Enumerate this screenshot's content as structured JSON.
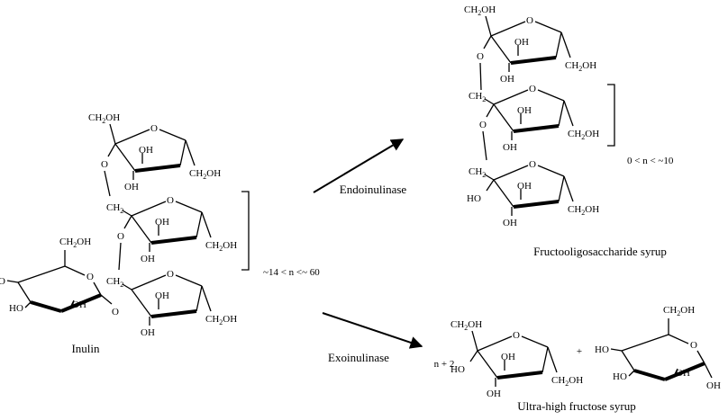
{
  "labels": {
    "inulin": "Inulin",
    "endo_enzyme": "Endoinulinase",
    "exo_enzyme": "Exoinulinase",
    "fos_syrup": "Fructooligosaccharide syrup",
    "uhfs_syrup": "Ultra-high fructose syrup",
    "inulin_range": "~14 < n <~ 60",
    "fos_range": "0 < n < ~10",
    "exo_stoich": "n + 2",
    "plus": "+"
  },
  "groups": {
    "ch2oh": "CH",
    "ch2oh_sub": "2",
    "ch2oh_tail": "OH",
    "ch2": "CH",
    "ch2_sub": "2",
    "oh": "OH",
    "ho": "HO",
    "o": "O"
  }
}
